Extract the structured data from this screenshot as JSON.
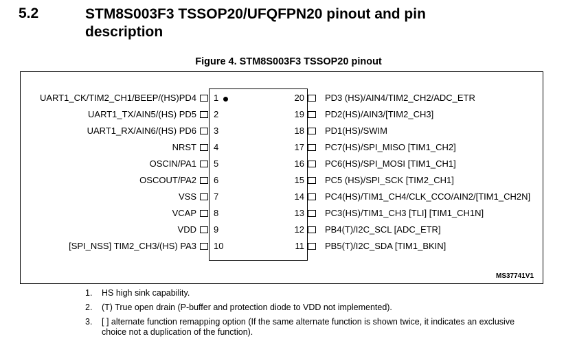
{
  "section": {
    "number": "5.2",
    "title_line1": "STM8S003F3 TSSOP20/UFQFPN20 pinout and pin",
    "title_line2": "description"
  },
  "figure": {
    "caption": "Figure 4. STM8S003F3 TSSOP20 pinout",
    "id": "MS37741V1"
  },
  "left_pins": [
    {
      "num": "1",
      "label": "UART1_CK/TIM2_CH1/BEEP/(HS)PD4"
    },
    {
      "num": "2",
      "label": "UART1_TX/AIN5/(HS) PD5"
    },
    {
      "num": "3",
      "label": "UART1_RX/AIN6/(HS) PD6"
    },
    {
      "num": "4",
      "label": "NRST"
    },
    {
      "num": "5",
      "label": "OSCIN/PA1"
    },
    {
      "num": "6",
      "label": "OSCOUT/PA2"
    },
    {
      "num": "7",
      "label": "VSS"
    },
    {
      "num": "8",
      "label": "VCAP"
    },
    {
      "num": "9",
      "label": "VDD"
    },
    {
      "num": "10",
      "label": "[SPI_NSS] TIM2_CH3/(HS) PA3"
    }
  ],
  "right_pins": [
    {
      "num": "20",
      "label": "PD3 (HS)/AIN4/TIM2_CH2/ADC_ETR"
    },
    {
      "num": "19",
      "label": "PD2(HS)/AIN3/[TIM2_CH3]"
    },
    {
      "num": "18",
      "label": "PD1(HS)/SWIM"
    },
    {
      "num": "17",
      "label": "PC7(HS)/SPI_MISO [TIM1_CH2]"
    },
    {
      "num": "16",
      "label": "PC6(HS)/SPI_MOSI [TIM1_CH1]"
    },
    {
      "num": "15",
      "label": "PC5 (HS)/SPI_SCK [TIM2_CH1]"
    },
    {
      "num": "14",
      "label": "PC4(HS)/TIM1_CH4/CLK_CCO/AIN2/[TIM1_CH2N]"
    },
    {
      "num": "13",
      "label": "PC3(HS)/TIM1_CH3 [TLI] [TIM1_CH1N]"
    },
    {
      "num": "12",
      "label": "PB4(T)/I2C_SCL [ADC_ETR]"
    },
    {
      "num": "11",
      "label": "PB5(T)/I2C_SDA [TIM1_BKIN]"
    }
  ],
  "notes": [
    {
      "num": "1.",
      "text": "HS high sink capability."
    },
    {
      "num": "2.",
      "text": "(T) True open drain (P-buffer and protection diode to VDD not implemented)."
    },
    {
      "num": "3.",
      "text": "[ ] alternate function remapping option (If the same alternate function is shown twice, it indicates an exclusive choice not a duplication of the function)."
    }
  ]
}
